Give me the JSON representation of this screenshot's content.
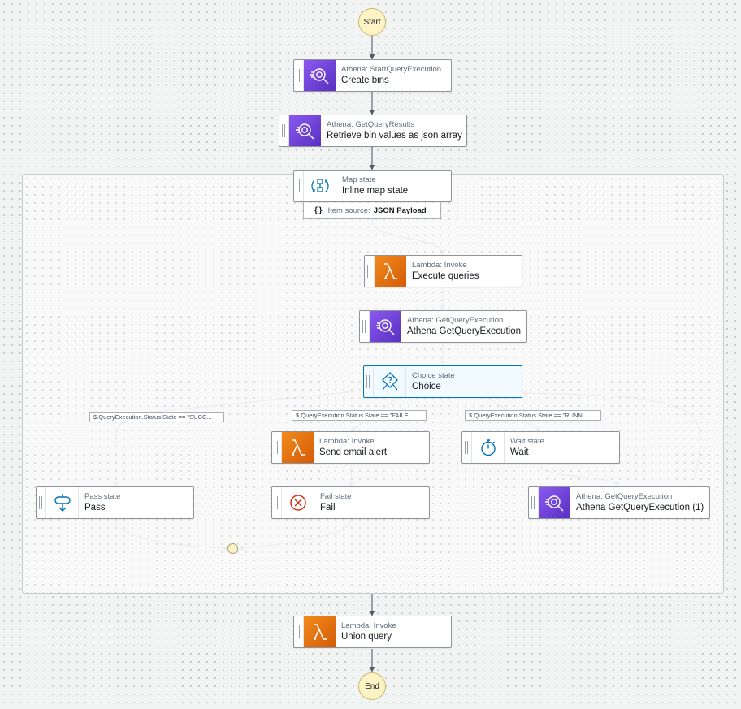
{
  "terminals": {
    "start": "Start",
    "end": "End"
  },
  "nodes": {
    "create_bins": {
      "type": "Athena: StartQueryExecution",
      "label": "Create bins",
      "icon": "athena-query-icon"
    },
    "retrieve_bins": {
      "type": "Athena: GetQueryResults",
      "label": "Retrieve bin values as json array",
      "icon": "athena-query-icon"
    },
    "map": {
      "type": "Map state",
      "label": "Inline map state",
      "icon": "map-state-icon"
    },
    "execute_queries": {
      "type": "Lambda: Invoke",
      "label": "Execute queries",
      "icon": "lambda-icon"
    },
    "athena_get": {
      "type": "Athena: GetQueryExecution",
      "label": "Athena GetQueryExecution",
      "icon": "athena-query-icon"
    },
    "choice": {
      "type": "Choice state",
      "label": "Choice",
      "icon": "choice-state-icon"
    },
    "send_email": {
      "type": "Lambda: Invoke",
      "label": "Send email alert",
      "icon": "lambda-icon"
    },
    "wait": {
      "type": "Wait state",
      "label": "Wait",
      "icon": "wait-state-icon"
    },
    "pass": {
      "type": "Pass state",
      "label": "Pass",
      "icon": "pass-state-icon"
    },
    "fail": {
      "type": "Fail state",
      "label": "Fail",
      "icon": "fail-state-icon"
    },
    "athena_get_1": {
      "type": "Athena: GetQueryExecution",
      "label": "Athena GetQueryExecution (1)",
      "icon": "athena-query-icon"
    },
    "union_query": {
      "type": "Lambda: Invoke",
      "label": "Union query",
      "icon": "lambda-icon"
    }
  },
  "item_source": {
    "prefix": "Item source:",
    "value": "JSON Payload"
  },
  "conditions": {
    "succeeded": "$.QueryExecution.Status.State == \"SUCC...",
    "failed": "$.QueryExecution.Status.State == \"FAILE...",
    "running": "$.QueryExecution.Status.State == \"RUNN..."
  },
  "colors": {
    "athena": "#7b4ae2",
    "lambda": "#e8720c",
    "choice_border": "#0073bb",
    "terminal": "#fdf3c4",
    "edge": "#545b64"
  }
}
